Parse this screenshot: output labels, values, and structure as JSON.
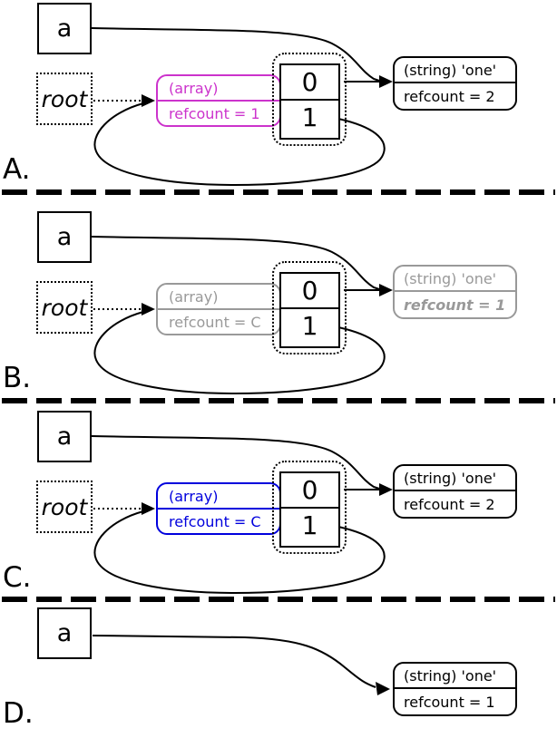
{
  "colors": {
    "highlight_magenta": "#cc33cc",
    "dimmed_gray": "#999999",
    "highlight_blue": "#0000dd",
    "ink": "#000000"
  },
  "panels": [
    {
      "label": "A.",
      "var_name": "a",
      "root_name": "root",
      "array": {
        "type_label": "(array)",
        "refcount_label": "refcount = 1",
        "accent": "#cc33cc"
      },
      "cells": [
        "0",
        "1"
      ],
      "string": {
        "type_label": "(string) 'one'",
        "refcount_label": "refcount = 2",
        "accent": "#000000"
      }
    },
    {
      "label": "B.",
      "var_name": "a",
      "root_name": "root",
      "array": {
        "type_label": "(array)",
        "refcount_label": "refcount = C",
        "accent": "#999999"
      },
      "cells": [
        "0",
        "1"
      ],
      "string": {
        "type_label": "(string) 'one'",
        "refcount_label": "refcount = 1",
        "accent": "#999999"
      }
    },
    {
      "label": "C.",
      "var_name": "a",
      "root_name": "root",
      "array": {
        "type_label": "(array)",
        "refcount_label": "refcount = C",
        "accent": "#0000dd"
      },
      "cells": [
        "0",
        "1"
      ],
      "string": {
        "type_label": "(string) 'one'",
        "refcount_label": "refcount = 2",
        "accent": "#000000"
      }
    },
    {
      "label": "D.",
      "var_name": "a",
      "string": {
        "type_label": "(string) 'one'",
        "refcount_label": "refcount = 1",
        "accent": "#000000"
      }
    }
  ]
}
